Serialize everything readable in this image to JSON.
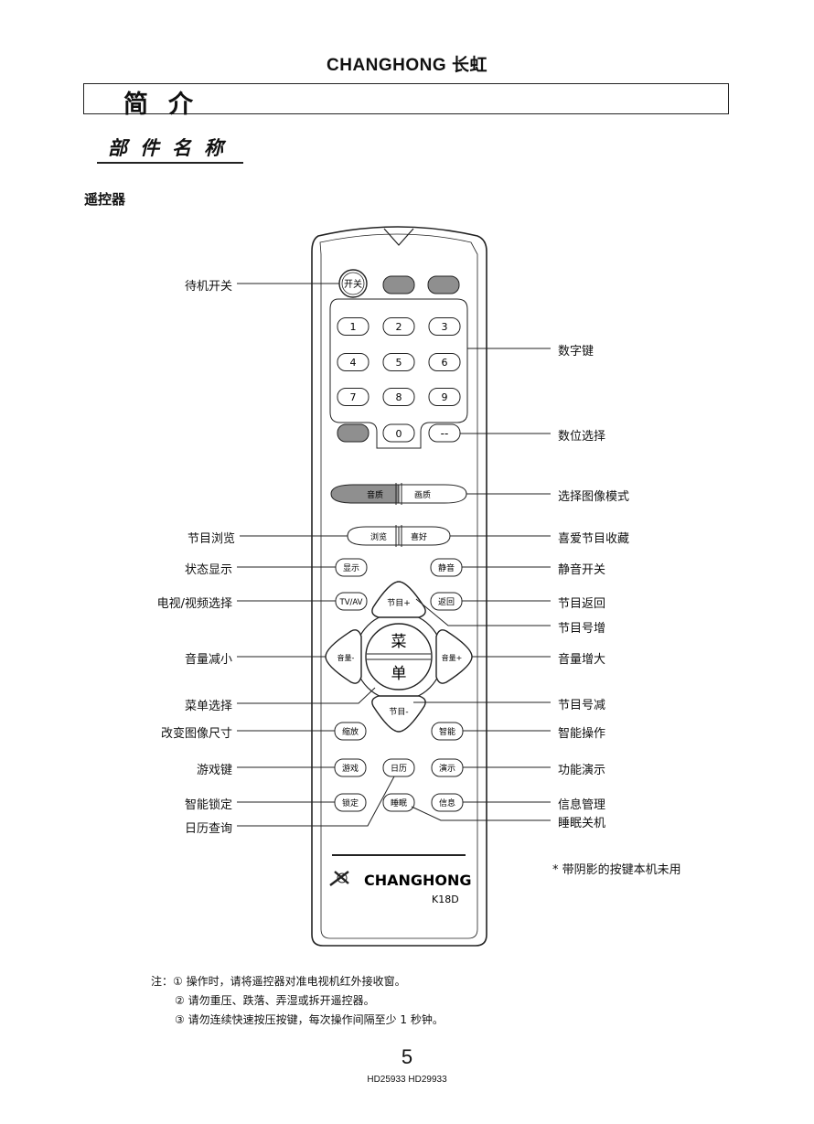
{
  "header": {
    "brand": "CHANGHONG 长虹"
  },
  "section": {
    "title": "简介",
    "subtitle": "部件名称",
    "remote_title": "遥控器"
  },
  "labels_left": {
    "standby": "待机开关",
    "program_browse": "节目浏览",
    "status_display": "状态显示",
    "tv_av": "电视/视频选择",
    "vol_down": "音量减小",
    "menu_select": "菜单选择",
    "zoom": "改变图像尺寸",
    "game": "游戏键",
    "smart_lock": "智能锁定",
    "calendar": "日历查询"
  },
  "labels_right": {
    "digits": "数字键",
    "digit_select": "数位选择",
    "picture_mode": "选择图像模式",
    "favorite": "喜爱节目收藏",
    "mute": "静音开关",
    "prog_return": "节目返回",
    "prog_up": "节目号增",
    "vol_up": "音量增大",
    "prog_down": "节目号减",
    "smart": "智能操作",
    "demo": "功能演示",
    "info_mgmt": "信息管理",
    "sleep": "睡眠关机"
  },
  "buttons": {
    "power": "开关",
    "digits": [
      "1",
      "2",
      "3",
      "4",
      "5",
      "6",
      "7",
      "8",
      "9"
    ],
    "zero": "0",
    "dash": "--",
    "sound": "音质",
    "picture": "画质",
    "browse": "浏览",
    "favorite": "喜好",
    "display": "显示",
    "mute": "静音",
    "tvav": "TV/AV",
    "prog_plus": "节目+",
    "ret": "返回",
    "vol_minus": "音量-",
    "vol_plus": "音量+",
    "menu_top": "菜",
    "menu_bottom": "单",
    "prog_minus": "节目-",
    "zoom": "缩放",
    "smart": "智能",
    "game": "游戏",
    "calendar": "日历",
    "demo": "演示",
    "lock": "锁定",
    "sleep": "睡眠",
    "info": "信息"
  },
  "remote": {
    "brand": "CHANGHONG",
    "model": "K18D"
  },
  "remark": "* 带阴影的按键本机未用",
  "notes": [
    "注：① 操作时，请将遥控器对准电视机红外接收窗。",
    "② 请勿重压、跌落、弄湿或拆开遥控器。",
    "③ 请勿连续快速按压按键，每次操作间隔至少 1 秒钟。"
  ],
  "footer": {
    "page": "5",
    "models": "HD25933  HD29933"
  },
  "colors": {
    "shade": "#8f8f8f",
    "line": "#222222"
  }
}
